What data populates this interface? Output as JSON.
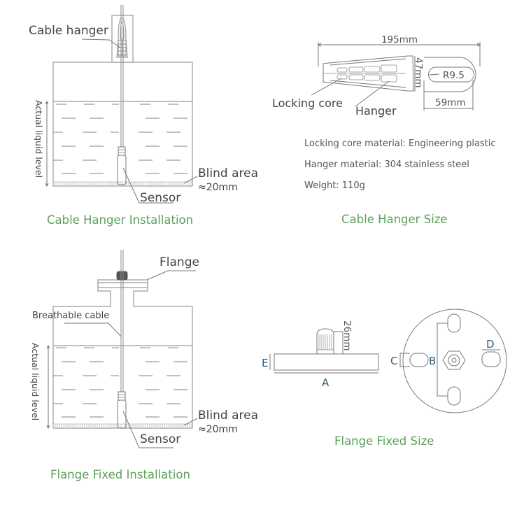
{
  "cable_hanger_installation": {
    "caption": "Cable Hanger Installation",
    "labels": {
      "cable_hanger": "Cable hanger",
      "actual_liquid_level": "Actual liquid level",
      "blind_area": "Blind area",
      "blind_area_value": "≈20mm",
      "sensor": "Sensor"
    }
  },
  "cable_hanger_size": {
    "caption": "Cable Hanger Size",
    "dimensions": {
      "length": "195mm",
      "height": "47mm",
      "radius": "R9.5",
      "slot_length": "59mm"
    },
    "labels": {
      "locking_core": "Locking core",
      "hanger": "Hanger"
    },
    "specs": [
      "Locking core material: Engineering plastic",
      "Hanger material: 304 stainless steel",
      "Weight: 110g"
    ]
  },
  "flange_fixed_installation": {
    "caption": "Flange Fixed Installation",
    "labels": {
      "flange": "Flange",
      "breathable_cable": "Breathable cable",
      "actual_liquid_level": "Actual liquid level",
      "blind_area": "Blind area",
      "blind_area_value": "≈20mm",
      "sensor": "Sensor"
    }
  },
  "flange_fixed_size": {
    "caption": "Flange Fixed Size",
    "dimensions": {
      "gland_height": "26mm",
      "A": "A",
      "B": "B",
      "C": "C",
      "D": "D",
      "E": "E"
    }
  },
  "colors": {
    "caption": "#5aa05a",
    "line": "#9a9a9a",
    "text": "#444444",
    "letter": "#2f5a78"
  }
}
